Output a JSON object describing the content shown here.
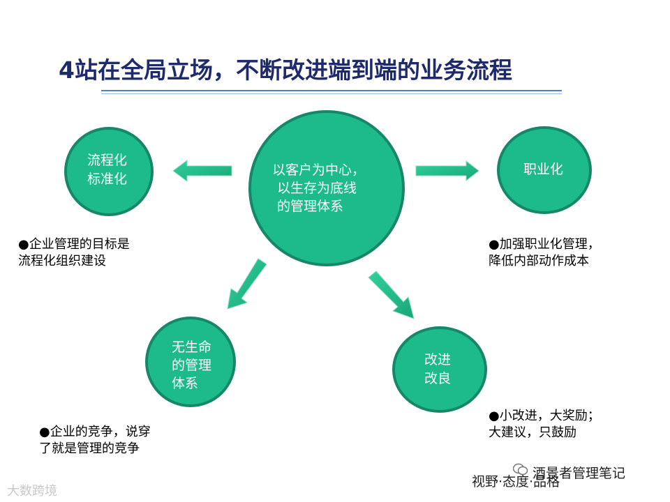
{
  "title": "4站在全局立场，不断改进端到端的业务流程",
  "center": {
    "lines": [
      "以客户为中心，",
      "以生存为底线",
      "的管理体系"
    ]
  },
  "nodes": {
    "standardize": {
      "lines": [
        "流程化",
        "标准化"
      ],
      "note": [
        "●企业管理的目标是",
        "流程化组织建设"
      ]
    },
    "professional": {
      "lines": [
        "职业化"
      ],
      "note": [
        "●加强职业化管理，",
        "降低内部动作成本"
      ]
    },
    "lifeless": {
      "lines": [
        "无生命",
        "的管理",
        "体系"
      ],
      "note": [
        "●企业的竞争，说穿",
        "了就是管理的竞争"
      ]
    },
    "improve": {
      "lines": [
        "改进",
        "改良"
      ],
      "note": [
        "●小改进，大奖励；",
        "大建议，只鼓励"
      ]
    }
  },
  "footer": {
    "signature": "视野·态度·品格",
    "account": "酒景者管理笔记"
  },
  "watermark": "大数跨境",
  "colors": {
    "circle_fill": "#1dba8a",
    "circle_border": "#17876a",
    "title": "#1f2a6b"
  }
}
